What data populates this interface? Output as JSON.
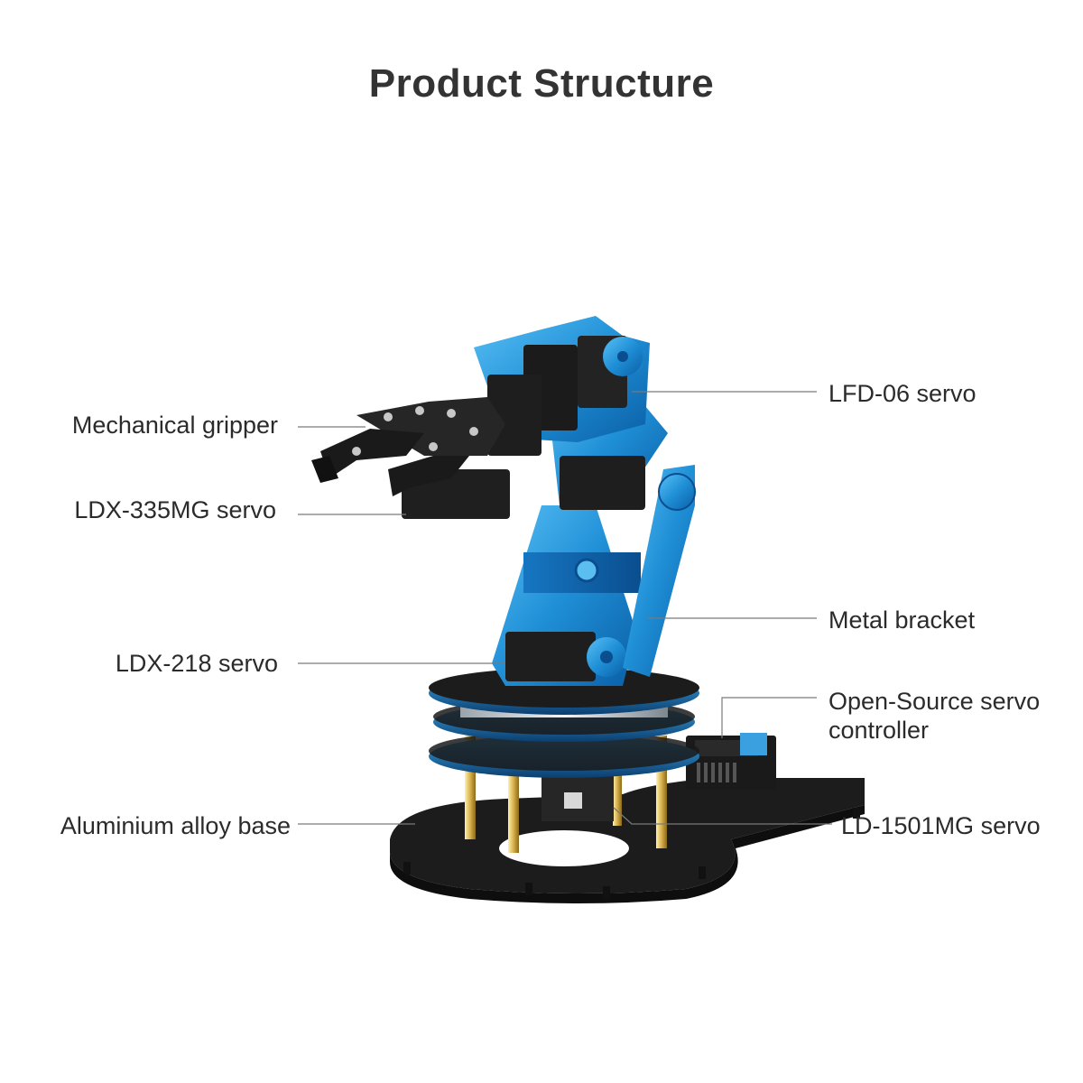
{
  "title": "Product Structure",
  "labels": {
    "mechanical_gripper": "Mechanical gripper",
    "ldx335mg_servo": "LDX-335MG servo",
    "ldx218_servo": "LDX-218 servo",
    "aluminium_base": "Aluminium alloy base",
    "lfd06_servo": "LFD-06 servo",
    "metal_bracket": "Metal bracket",
    "controller_line1": "Open-Source servo",
    "controller_line2": "controller",
    "ld1501mg_servo": "LD-1501MG servo"
  },
  "colors": {
    "bracket_blue": "#1f8fd6",
    "servo_black": "#1e1e1e",
    "base_black": "#202020",
    "pillar_gold": "#d8b04a",
    "leader_line": "#7a7a7a"
  }
}
